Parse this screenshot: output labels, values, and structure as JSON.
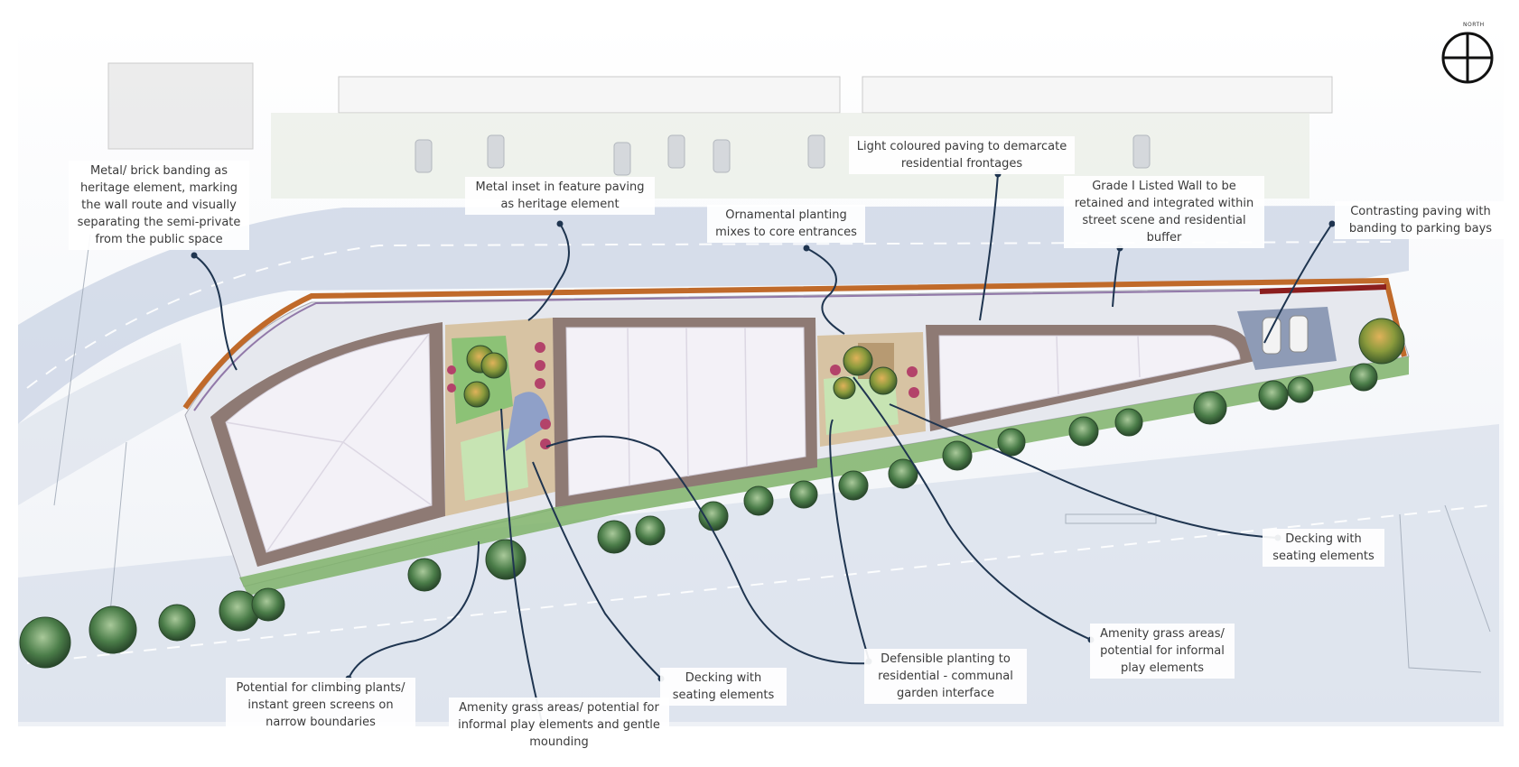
{
  "north_arrow": {
    "label": "NORTH",
    "icon": "north-arrow-icon"
  },
  "annotations": [
    {
      "id": "metal-brick-banding",
      "text": "Metal/ brick banding as\nheritage element, marking\nthe wall route and visually\nseparating the semi-private\nfrom the public space"
    },
    {
      "id": "metal-inset",
      "text": "Metal inset in feature paving\nas heritage element"
    },
    {
      "id": "light-paving",
      "text": "Light coloured paving to demarcate\nresidential frontages"
    },
    {
      "id": "ornamental-planting",
      "text": "Ornamental planting\nmixes to core entrances"
    },
    {
      "id": "listed-wall",
      "text": "Grade I Listed Wall to be\nretained and integrated within\nstreet scene and residential\nbuffer"
    },
    {
      "id": "contrasting-paving",
      "text": "Contrasting paving with\nbanding to parking bays"
    },
    {
      "id": "decking-east",
      "text": "Decking with\nseating elements"
    },
    {
      "id": "amenity-grass-east",
      "text": "Amenity grass areas/\npotential for informal\nplay elements"
    },
    {
      "id": "defensible-planting",
      "text": "Defensible planting to\nresidential - communal\ngarden interface"
    },
    {
      "id": "decking-west",
      "text": "Decking with\nseating elements"
    },
    {
      "id": "amenity-grass-west",
      "text": "Amenity grass areas/ potential for\ninformal play elements and gentle\nmounding"
    },
    {
      "id": "climbing-plants",
      "text": "Potential for climbing plants/\ninstant green screens on\nnarrow boundaries"
    }
  ],
  "colors": {
    "road": "#c9d3e4",
    "building_roof": "#f3f1f7",
    "building_edge": "#8e7a74",
    "wall_band": "#c06a2a",
    "grass": "#7fb36a",
    "tree": "#3f6f3a",
    "leader_line": "#1f3550"
  }
}
